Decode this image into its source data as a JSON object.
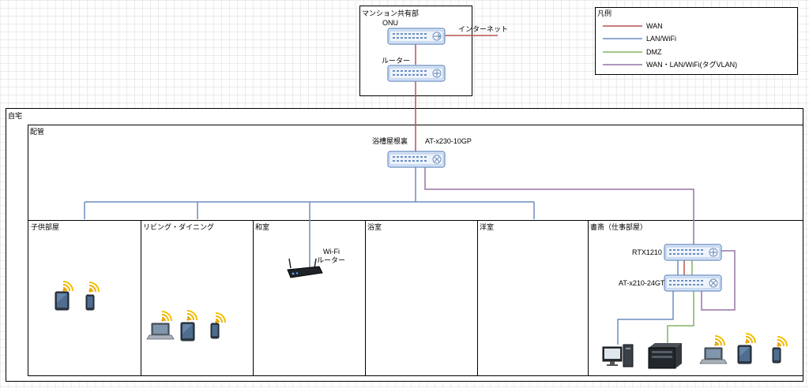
{
  "colors": {
    "wan": "#b85450",
    "lan": "#6c8ebf",
    "dmz": "#82b366",
    "vlan": "#9673a6",
    "border": "#000000",
    "device_fill": "#dae8fc",
    "device_stroke": "#6c8ebf"
  },
  "diagram": {
    "mansion_title": "マンション共有部",
    "onu_label": "ONU",
    "internet_label": "インターネット",
    "router_label": "ルーター",
    "home_title": "自宅",
    "piping_title": "配管",
    "bath_ceiling_label": "浴槽屋根裏",
    "core_switch_label": "AT-x230-10GP",
    "rooms": {
      "kids": "子供部屋",
      "living": "リビング・ダイニング",
      "washitsu": "和室",
      "bathroom": "浴室",
      "western": "洋室",
      "study": "書斎（仕事部屋）"
    },
    "wifi_router_label_1": "Wi-Fi",
    "wifi_router_label_2": "ルーター",
    "rtx_label": "RTX1210",
    "switch24_label": "AT-x210-24GT"
  },
  "legend": {
    "title": "凡例",
    "items": [
      {
        "label": "WAN",
        "color": "#b85450"
      },
      {
        "label": "LAN/WiFi",
        "color": "#6c8ebf"
      },
      {
        "label": "DMZ",
        "color": "#82b366"
      },
      {
        "label": "WAN・LAN/WiFi(タグVLAN)",
        "color": "#9673a6"
      }
    ]
  },
  "icons": [
    "ethernet-switch-icon",
    "router-icon",
    "tablet-wifi-icon",
    "smartphone-wifi-icon",
    "laptop-wifi-icon",
    "wifi-router-icon",
    "desktop-pc-icon",
    "server-icon"
  ]
}
